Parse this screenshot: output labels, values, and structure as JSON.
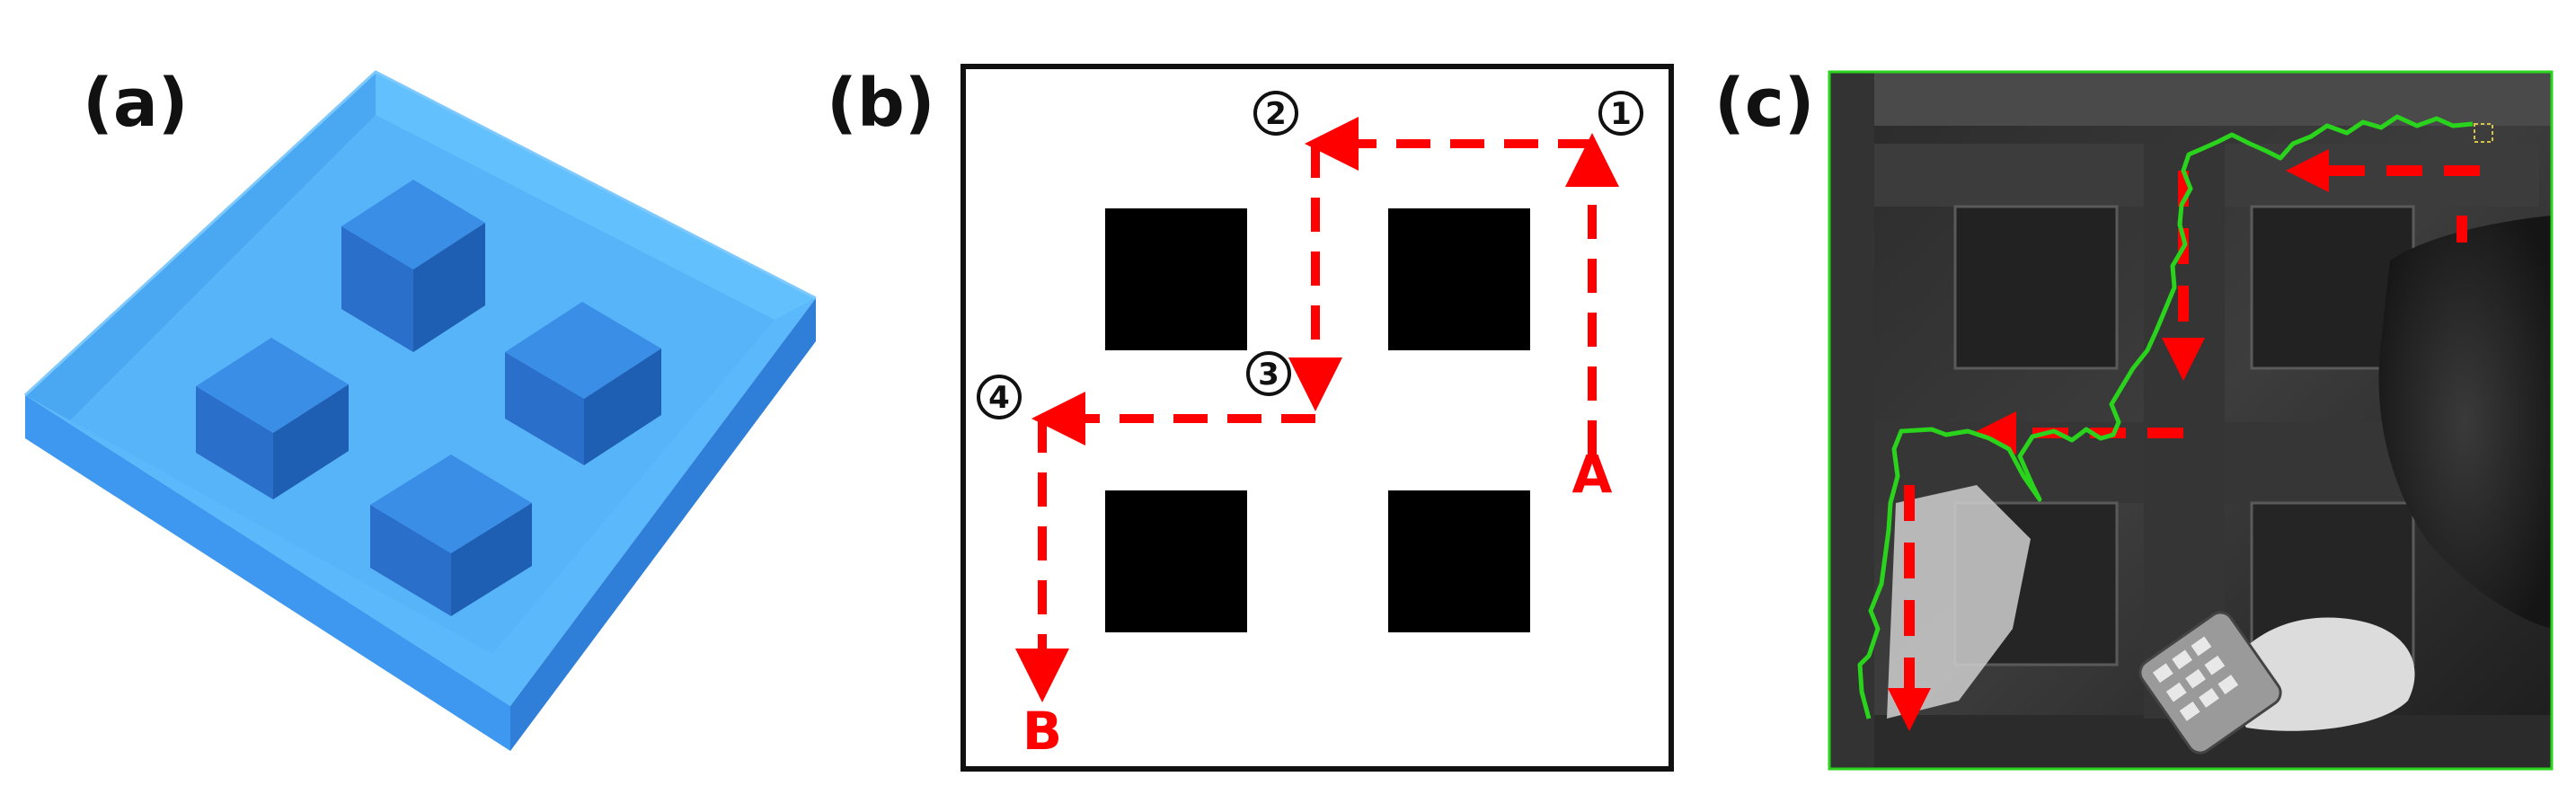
{
  "panels": {
    "a": {
      "label": "(a)"
    },
    "b": {
      "label": "(b)",
      "waypoints": [
        "1",
        "2",
        "3",
        "4"
      ],
      "start": "A",
      "end": "B"
    },
    "c": {
      "label": "(c)"
    }
  },
  "colors": {
    "box_light": "#5ab8fb",
    "box_mid": "#3e98f0",
    "box_dark": "#2f7fd8",
    "cube_top": "#3a8ee6",
    "cube_front": "#2a6fc9",
    "cube_side": "#1f5fb3",
    "path_red": "#ff0000",
    "trajectory_green": "#2ad31c",
    "obstacle": "#000000"
  }
}
